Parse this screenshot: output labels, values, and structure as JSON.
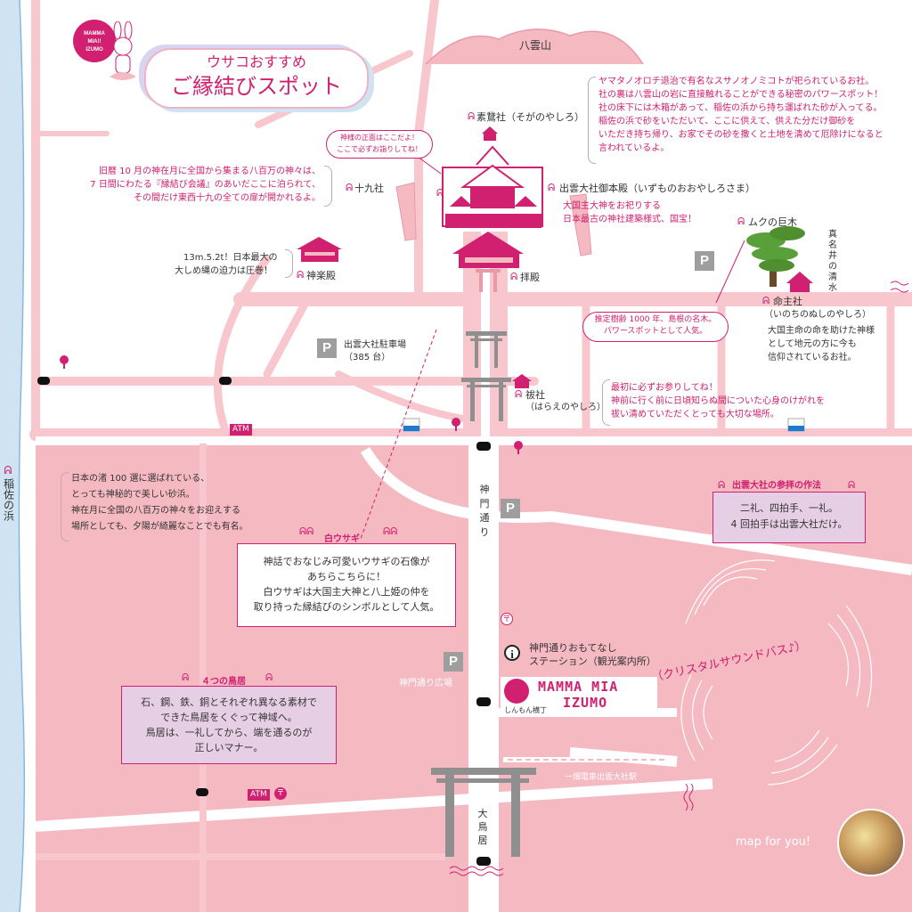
{
  "logo": {
    "line1": "MAMMA",
    "line2": "MIA!!",
    "line3": "IZUMO"
  },
  "title": {
    "line1": "ウサコおすすめ",
    "line2": "ご縁結びスポット"
  },
  "mountain": "八雲山",
  "sea_label": "稲佐の浜",
  "susanoo": {
    "name": "素鵞社（そがのやしろ）",
    "desc": [
      "ヤマタノオロチ退治で有名なスサノオノミコトが祀られているお社。",
      "社の裏は八雲山の岩に直接触れることができる秘密のパワースポット！",
      "社の床下には木箱があって、稲佐の浜から持ち運ばれた砂が入ってる。",
      "稲佐の浜で砂をいただいて、ここに供えて、供えた分だけ御砂を",
      "いただき持ち帰り、お家でその砂を撒くと土地を清めて厄除けになると",
      "言われているよ。"
    ]
  },
  "speech_top": {
    "line1": "神様の正面はここだよ！",
    "line2": "ここで必ずお詣りしてね！"
  },
  "juku": {
    "name": "十九社",
    "desc": [
      "旧暦 10 月の神在月に全国から集まる八百万の神々は、",
      "7 日間にわたる『縁結び会議』のあいだここに泊られて、",
      "その間だけ東西十九の全ての扉が開かれるよ。"
    ]
  },
  "honden": {
    "name": "出雲大社御本殿（いずものおおやしろさま）",
    "desc": [
      "大国主大神をお祀りする",
      "日本最古の神社建築様式、国宝！"
    ]
  },
  "kagura": {
    "name": "神楽殿",
    "desc": [
      "13m.5.2t！日本最大の",
      "大しめ縄の迫力は圧巻！"
    ]
  },
  "haiden": {
    "name": "拝殿"
  },
  "muku": {
    "name": "ムクの巨木"
  },
  "manai": "真名井の清水",
  "inochi": {
    "name": "命主社",
    "reading": "（いのちのぬしのやしろ）",
    "desc": [
      "大国主命の命を助けた神様",
      "として地元の方に今も",
      "信仰されているお社。"
    ]
  },
  "muku_bubble": {
    "line1": "推定樹齢 1000 年、島根の名木。",
    "line2": "パワースポットとして人気。"
  },
  "parking": {
    "name": "出雲大社駐車場",
    "count": "（385 台）",
    "mark": "P"
  },
  "harae": {
    "name": "祓社",
    "reading": "（はらえのやしろ）",
    "desc": [
      "最初に必ずお参りしてね！",
      "神前に行く前に日頃知らぬ間についた心身のけがれを",
      "祓い清めていただくとっても大切な場所。"
    ]
  },
  "atm": "ATM",
  "inasa": {
    "desc": [
      "日本の渚 100 選に選ばれている、",
      "とっても神秘的で美しい砂浜。",
      "神在月に全国の八百万の神々をお迎えする",
      "場所としても、夕陽が綺麗なことでも有名。"
    ]
  },
  "shirousagi": {
    "title": "白ウサギ",
    "desc": [
      "神話でおなじみ可愛いウサギの石像が",
      "あちらこちらに！",
      "白ウサギは大国主大神と八上姫の仲を",
      "取り持った縁結びのシンボルとして人気。"
    ]
  },
  "manner": {
    "title": "出雲大社の参拝の作法",
    "desc": [
      "二礼、四拍手、一礼。",
      "4 回拍手は出雲大社だけ。"
    ]
  },
  "shinmon": {
    "label": [
      "神",
      "門",
      "通",
      "り"
    ]
  },
  "omotenashi": {
    "line1": "神門通りおもてなし",
    "line2": "ステーション（観光案内所）"
  },
  "hiroba": "神門通り広場",
  "shop": {
    "name1": "MAMMA MIA",
    "name2": "IZUMO",
    "street": "しんもん横丁"
  },
  "crystal": "（クリスタルサウンドバス♪）",
  "torii4": {
    "title": "４つの鳥居",
    "desc": [
      "石、鋼、鉄、銅とそれぞれ異なる素材で",
      "できた鳥居をくぐって神域へ。",
      "鳥居は、一礼してから、端を通るのが",
      "正しいマナー。"
    ]
  },
  "station": "一畑電車出雲大社駅",
  "ootorii": [
    "大",
    "鳥",
    "居"
  ],
  "map_for_you": "map for you!",
  "post_mark": "〒",
  "colors": {
    "pink": "#f5b9c2",
    "road": "#f7c7cd",
    "magenta": "#d0206f",
    "lavender": "#e6cfe4",
    "sea": "#cfe3f3"
  }
}
